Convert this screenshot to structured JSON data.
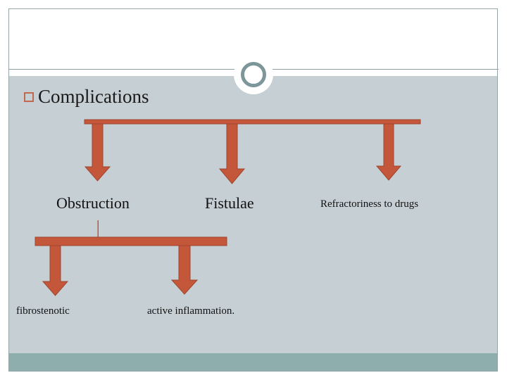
{
  "slide": {
    "title": "Complications",
    "bullet_glyph": "square-outline-bullet",
    "colors": {
      "body_background": "#c6d0d4",
      "header_background": "#ffffff",
      "footer_band": "#8eaeae",
      "accent_arrow": "#c4563a",
      "accent_arrow_outline": "#9e4630",
      "bullet_outline": "#c0694f",
      "ring": "#7d9699",
      "rule": "#8d9fa2",
      "text": "#111111"
    }
  },
  "diagram": {
    "level1": {
      "items": [
        {
          "label": "Obstruction"
        },
        {
          "label": "Fistulae"
        },
        {
          "label": "Refractoriness to drugs"
        }
      ]
    },
    "level2": {
      "parent": "Obstruction",
      "items": [
        {
          "label": "fibrostenotic"
        },
        {
          "label": "active inflammation."
        }
      ]
    }
  }
}
